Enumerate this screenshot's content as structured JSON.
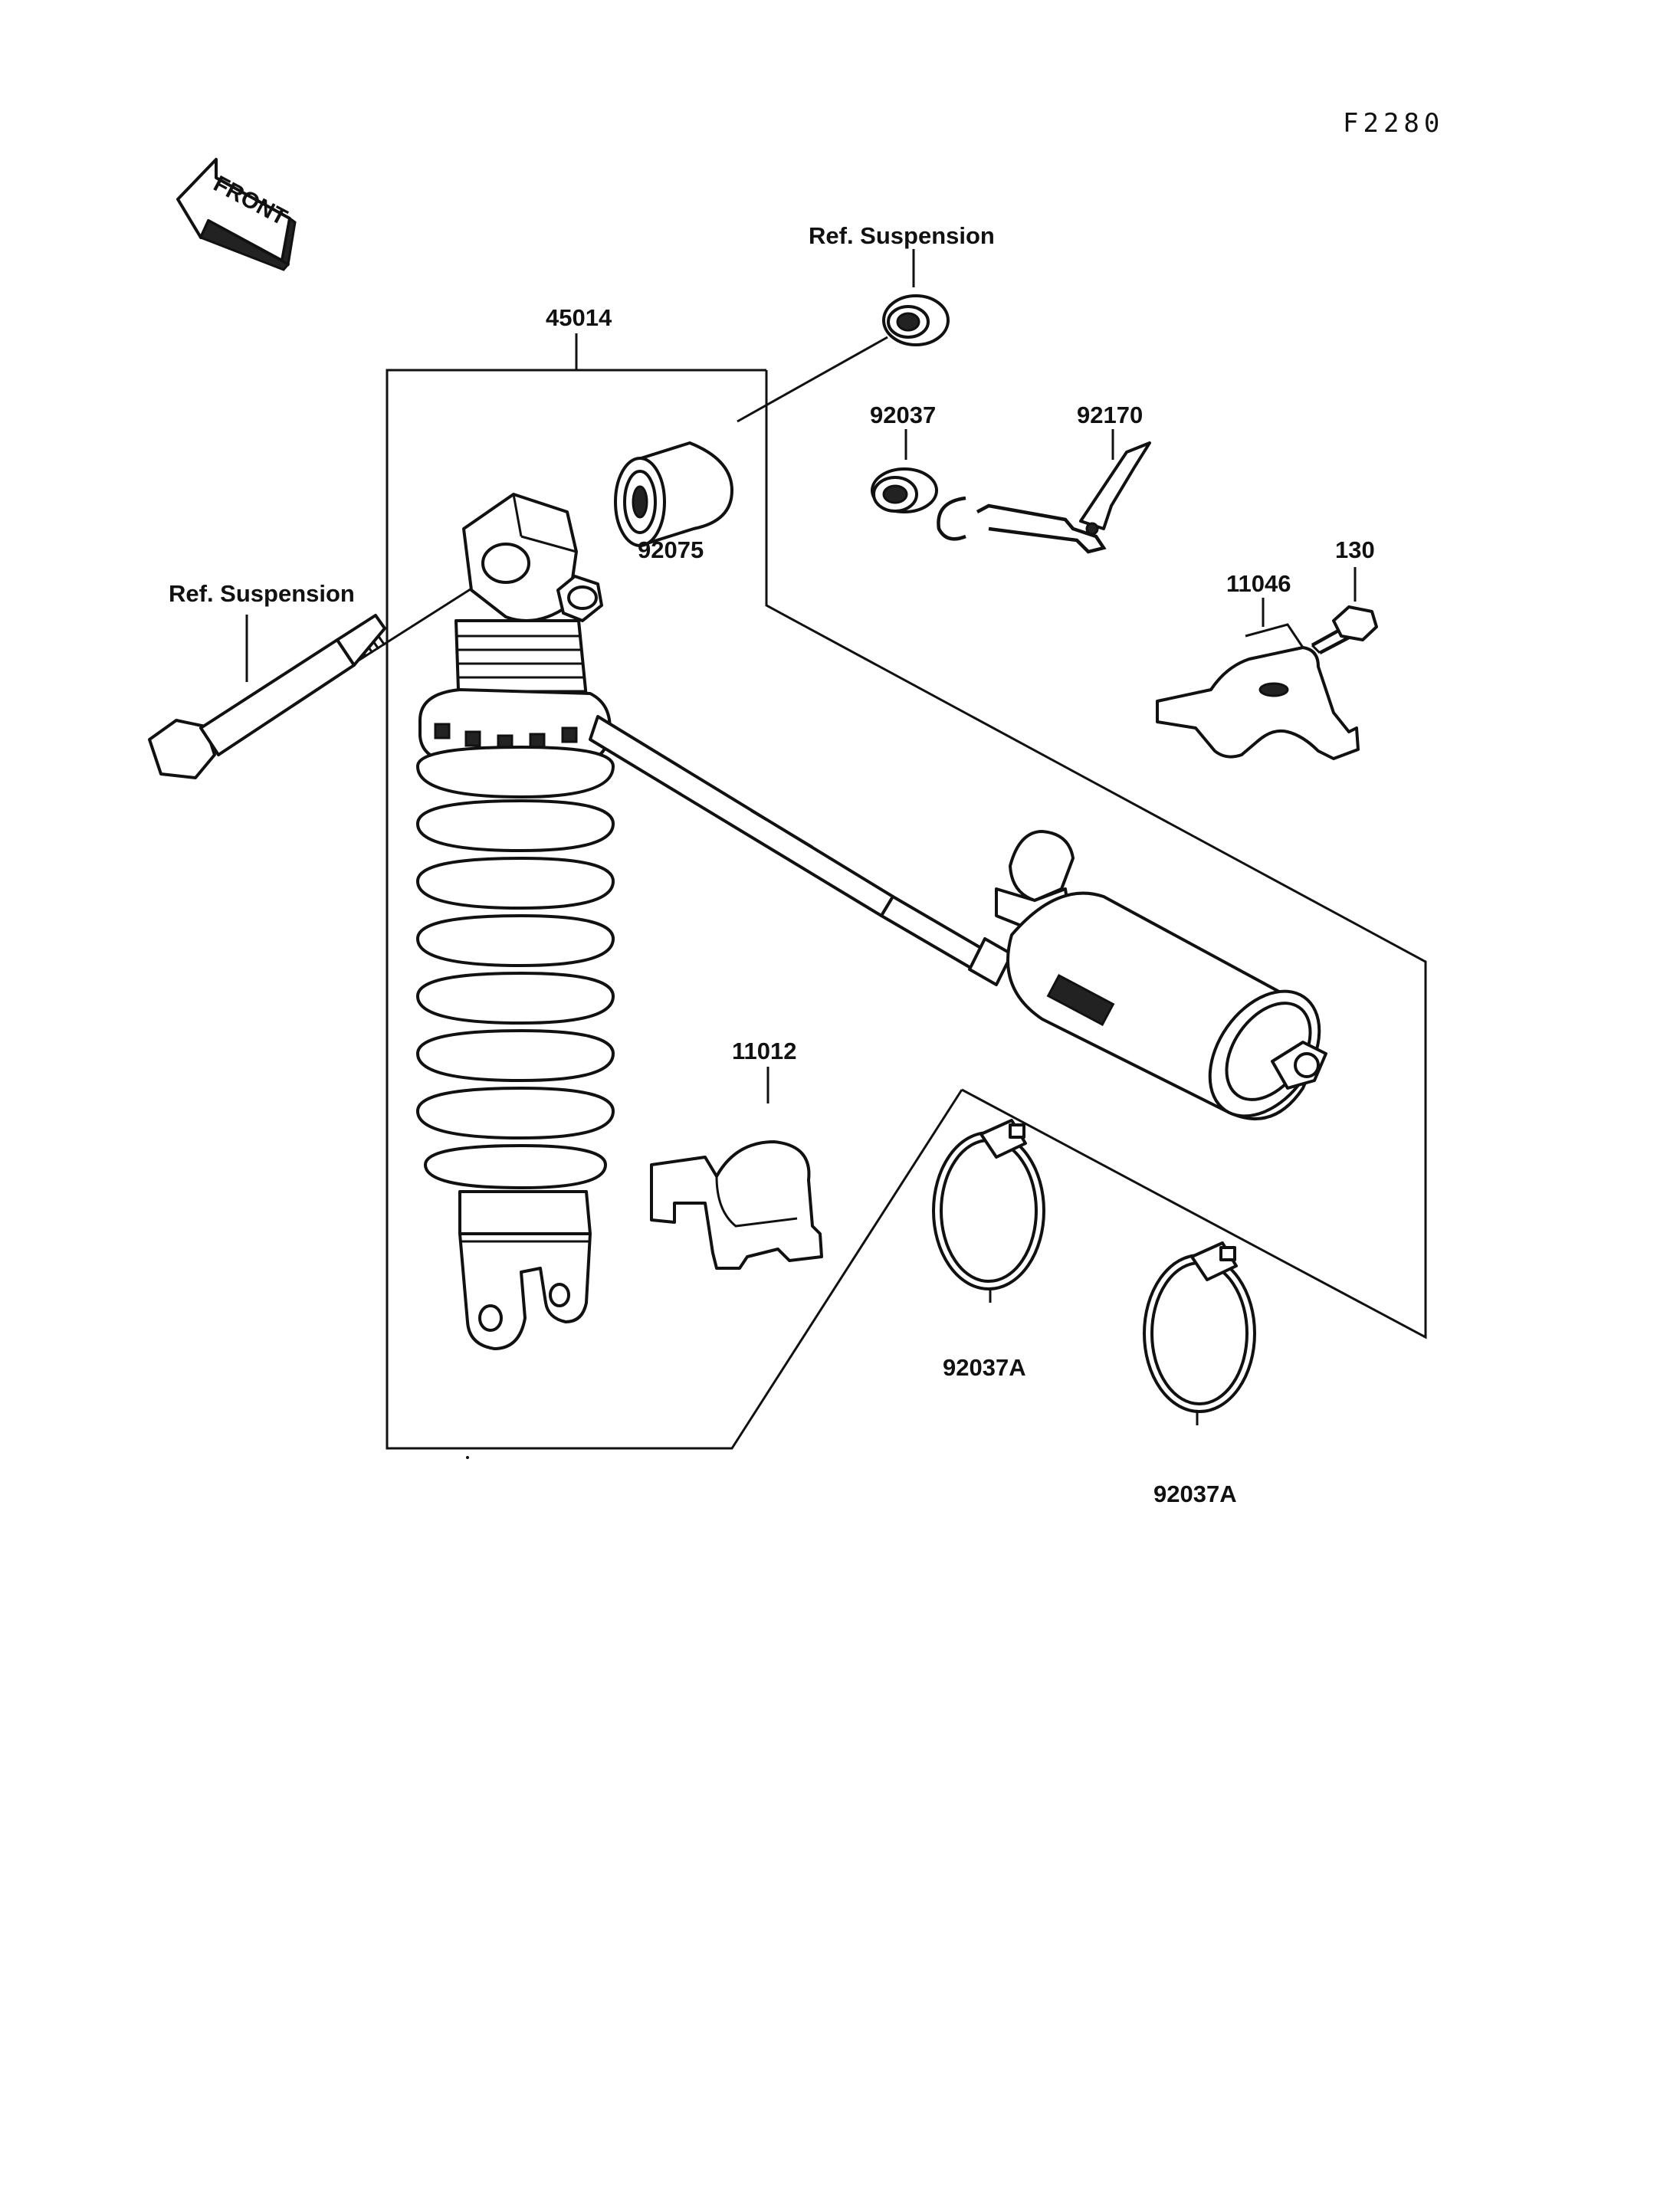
{
  "diagram": {
    "figure_code": "F2280",
    "front_arrow_label": "FRONT",
    "labels": {
      "ref_suspension_top": "Ref. Suspension",
      "ref_suspension_left": "Ref. Suspension",
      "p45014": "45014",
      "p92075": "92075",
      "p92037": "92037",
      "p92170": "92170",
      "p11046": "11046",
      "p130": "130",
      "p11012": "11012",
      "p92037A_1": "92037A",
      "p92037A_2": "92037A"
    }
  }
}
